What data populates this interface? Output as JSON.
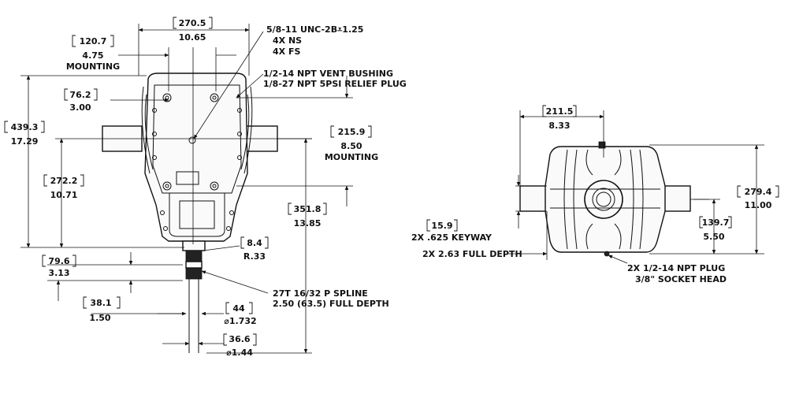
{
  "dimensions": {
    "width_270": {
      "mm": "270.5",
      "inch": "10.65"
    },
    "mounting_120": {
      "mm": "120.7",
      "inch": "4.75",
      "label": "MOUNTING"
    },
    "d_76": {
      "mm": "76.2",
      "inch": "3.00"
    },
    "height_439": {
      "mm": "439.3",
      "inch": "17.29"
    },
    "d_272": {
      "mm": "272.2",
      "inch": "10.71"
    },
    "mounting_215": {
      "mm": "215.9",
      "inch": "8.50",
      "label": "MOUNTING"
    },
    "d_351": {
      "mm": "351.8",
      "inch": "13.85"
    },
    "d_8_4": {
      "mm": "8.4",
      "inch": "R.33"
    },
    "d_79": {
      "mm": "79.6",
      "inch": "3.13"
    },
    "d_38": {
      "mm": "38.1",
      "inch": "1.50"
    },
    "dia_44": {
      "mm": "44",
      "inch": "⌀1.732"
    },
    "dia_36": {
      "mm": "36.6",
      "inch": "⌀1.44"
    },
    "d_211": {
      "mm": "211.5",
      "inch": "8.33"
    },
    "d_279": {
      "mm": "279.4",
      "inch": "11.00"
    },
    "d_139": {
      "mm": "139.7",
      "inch": "5.50"
    },
    "keyway_15": {
      "mm": "15.9"
    }
  },
  "notes": {
    "thread": [
      "5/8-11 UNC-2B⩡1.25",
      "4X NS",
      "4X FS"
    ],
    "vent": [
      "1/2-14 NPT VENT BUSHING",
      "1/8-27 NPT 5PSI RELIEF PLUG"
    ],
    "spline": [
      "27T 16/32 P SPLINE",
      "2.50 (63.5) FULL DEPTH"
    ],
    "keyway": "2X .625 KEYWAY",
    "full_depth": "2X 2.63 FULL DEPTH",
    "plug": [
      "2X 1/2-14 NPT PLUG",
      "3/8\" SOCKET HEAD"
    ]
  }
}
